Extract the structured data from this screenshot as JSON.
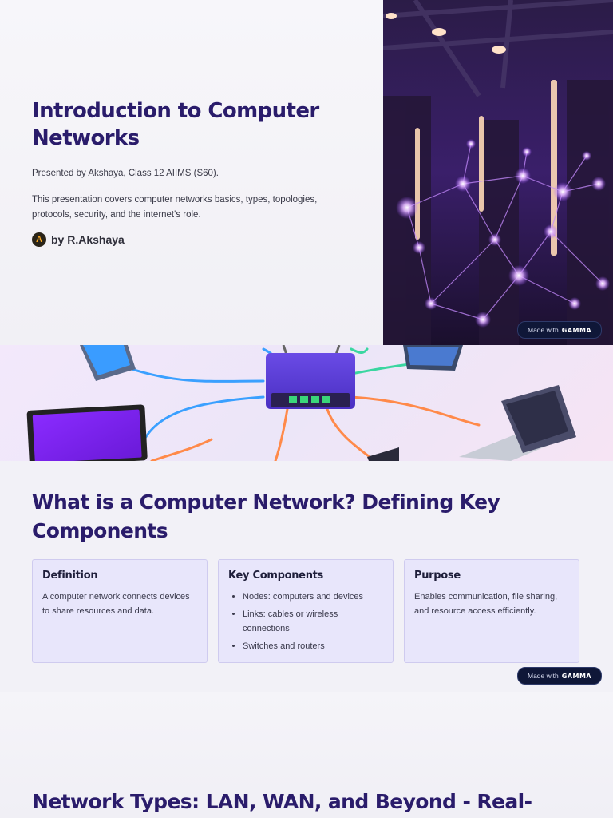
{
  "slide1": {
    "title": "Introduction to Computer Networks",
    "presented_by": "Presented by Akshaya, Class 12 AIIMS (S60).",
    "description": "This presentation covers computer networks basics, types, topologies, protocols, security, and the internet's role.",
    "author": "by R.Akshaya",
    "avatar_letter": "A"
  },
  "badge": {
    "made_with": "Made with",
    "brand": "GAMMA"
  },
  "slide2": {
    "title": "What is a Computer Network? Defining Key Components",
    "cards": [
      {
        "heading": "Definition",
        "text": "A computer network connects devices to share resources and data."
      },
      {
        "heading": "Key Components",
        "items": [
          "Nodes: computers and devices",
          "Links: cables or wireless connections",
          "Switches and routers"
        ]
      },
      {
        "heading": "Purpose",
        "text": "Enables communication, file sharing, and resource access efficiently."
      }
    ]
  },
  "slide3": {
    "title": "Network Types: LAN, WAN, and Beyond - Real-"
  },
  "colors": {
    "title": "#2a1c6b",
    "card_bg": "#e8e6fb",
    "accent_purple": "#9a4dff"
  }
}
